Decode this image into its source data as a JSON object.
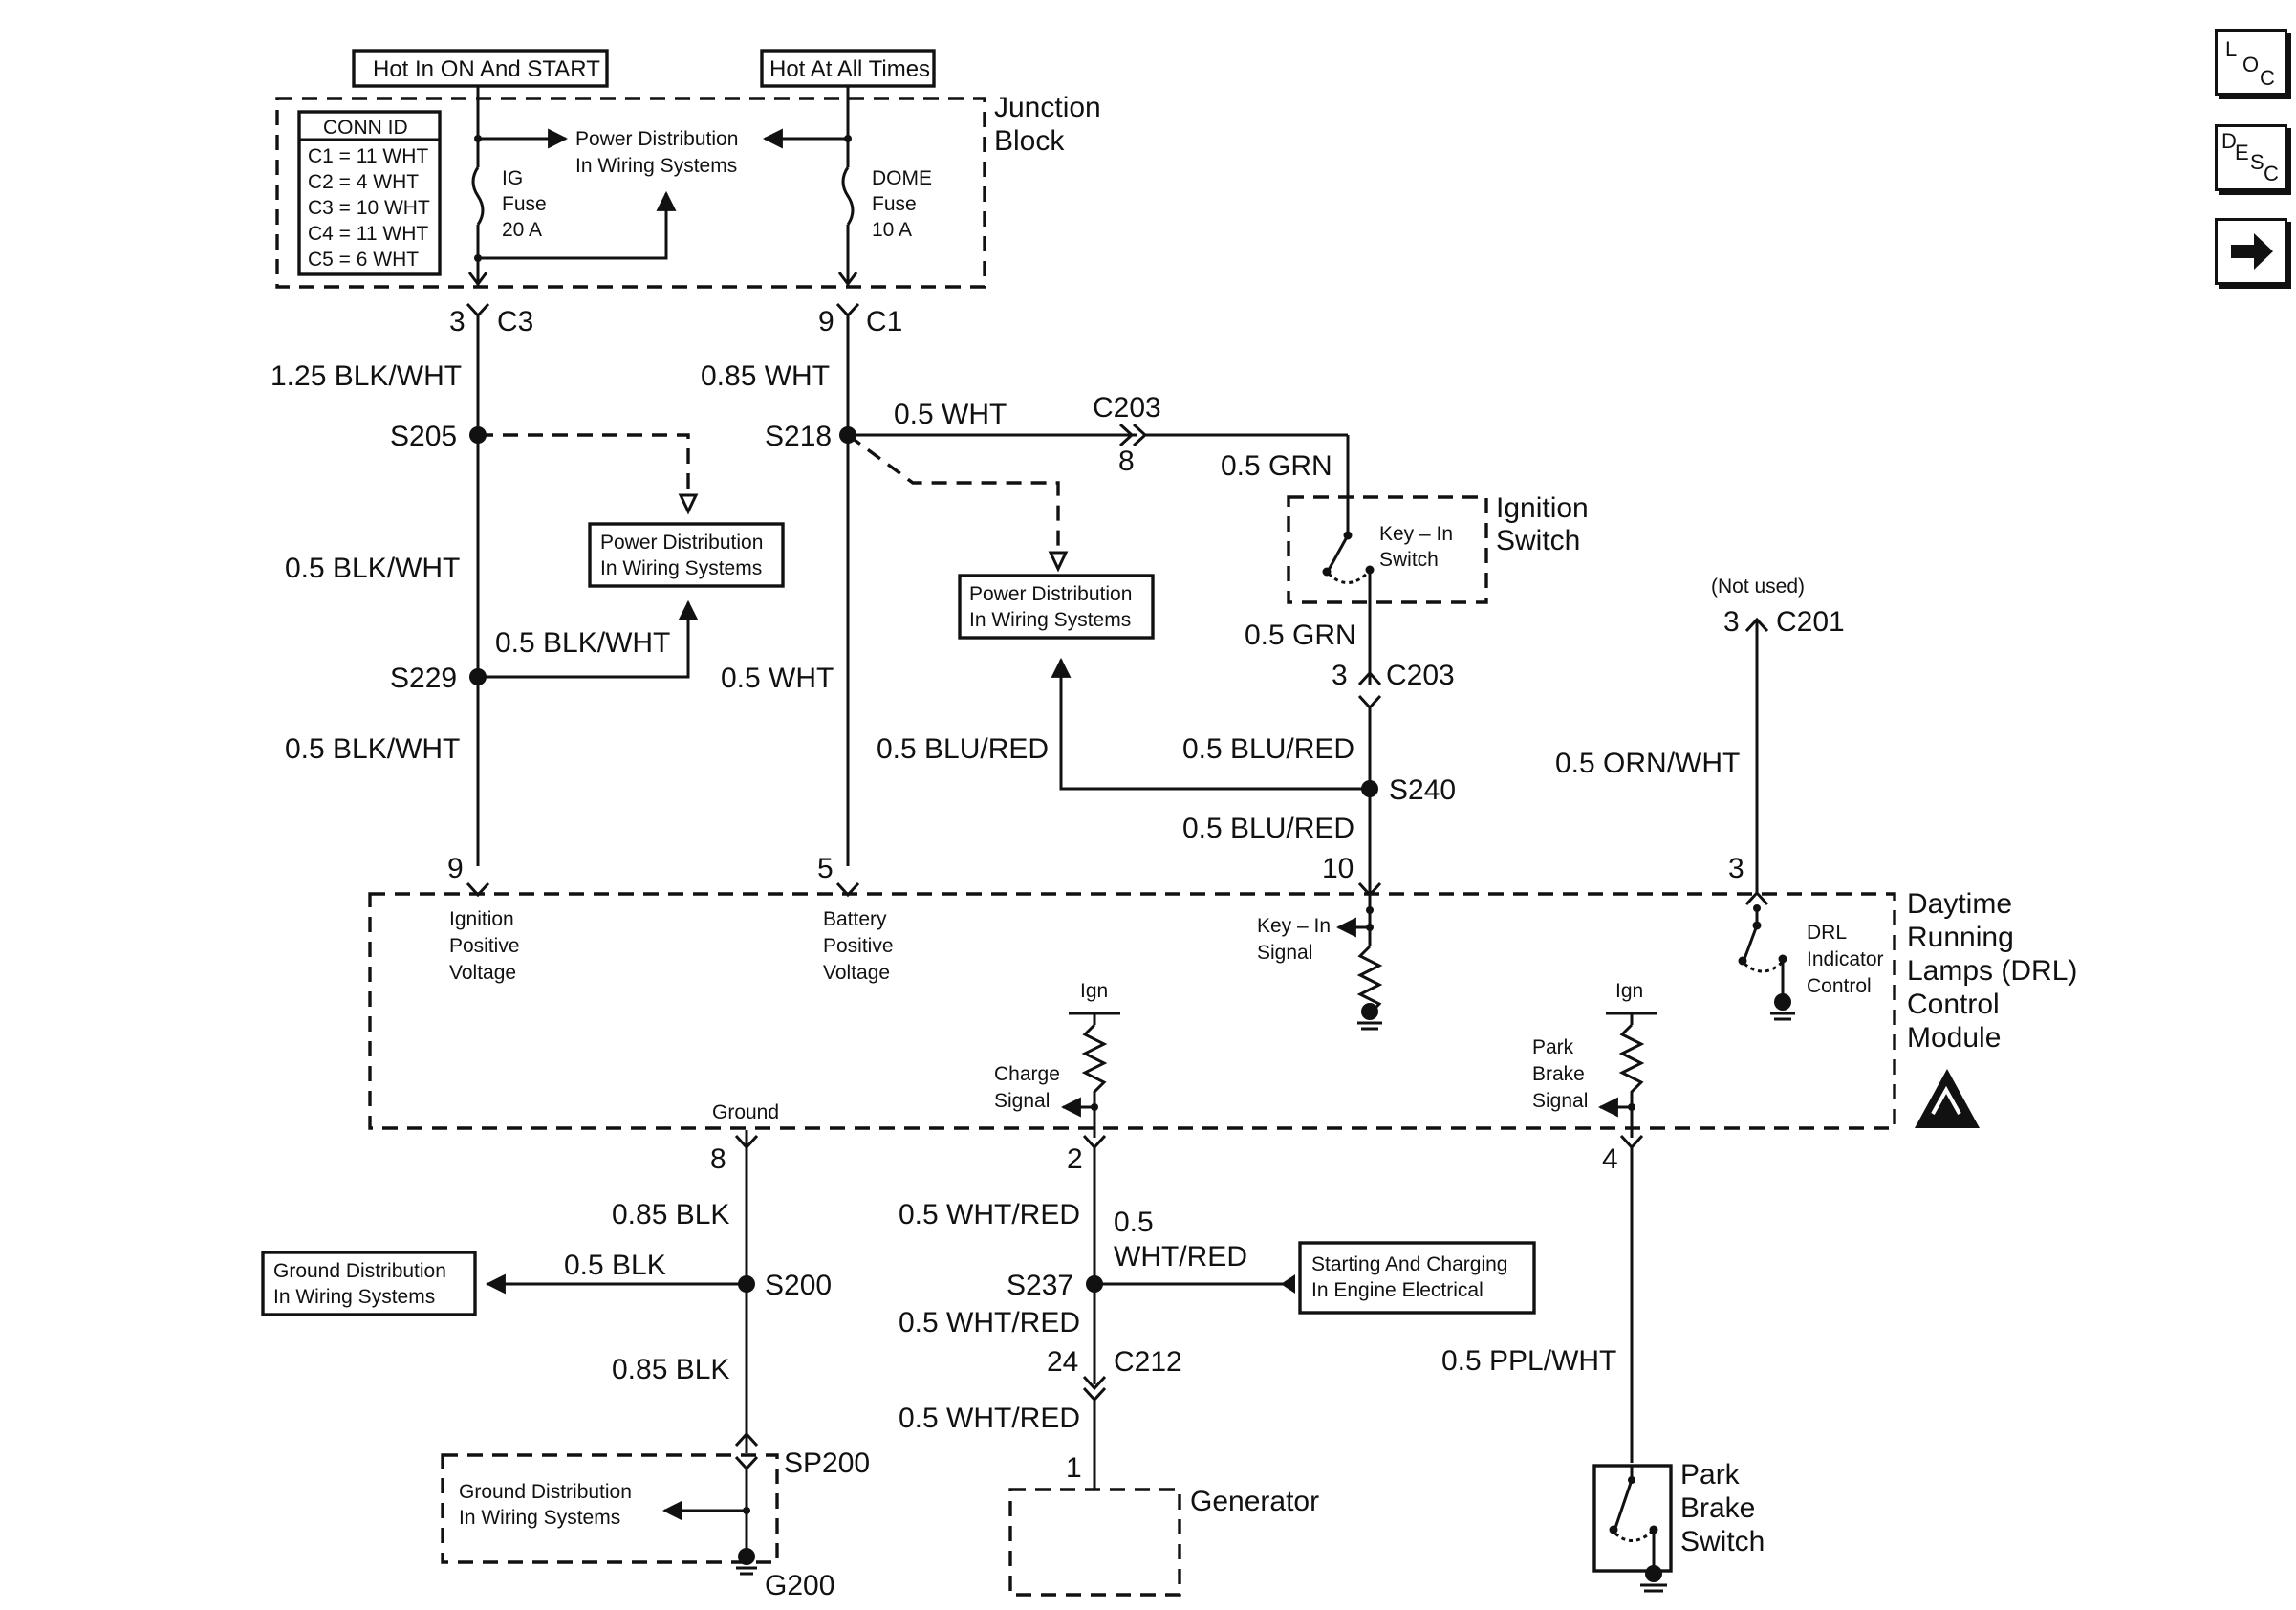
{
  "nav": {
    "loc": {
      "l1": "L",
      "l2": "O",
      "l3": "C"
    },
    "desc": {
      "l1": "D",
      "l2": "E",
      "l3": "S",
      "l4": "C"
    },
    "next_icon": "arrow-right-icon"
  },
  "power_labels": {
    "hot_on_start": "Hot In ON And START",
    "hot_all_times": "Hot At All Times"
  },
  "junction_block": {
    "title_l1": "Junction",
    "title_l2": "Block",
    "conn_id_header": "CONN ID",
    "conn_ids": [
      "C1 = 11 WHT",
      "C2 = 4 WHT",
      "C3 = 10 WHT",
      "C4 = 11 WHT",
      "C5 = 6 WHT"
    ],
    "pd_l1": "Power Distribution",
    "pd_l2": "In Wiring Systems",
    "ig_fuse": [
      "IG",
      "Fuse",
      "20 A"
    ],
    "dome_fuse": [
      "DOME",
      "Fuse",
      "10 A"
    ]
  },
  "connectors": {
    "c3_pin": "3",
    "c3": "C3",
    "c1_pin": "9",
    "c1": "C1",
    "c203_top": "C203",
    "c203_top_pin": "8",
    "c203_pin": "3",
    "c203": "C203",
    "c201_note": "(Not used)",
    "c201_pin": "3",
    "c201": "C201",
    "c212_pin": "24",
    "c212": "C212",
    "gen_pin": "1"
  },
  "wires": {
    "w_125_blkwht": "1.25 BLK/WHT",
    "w_085_wht": "0.85 WHT",
    "w_05_wht_c203": "0.5 WHT",
    "w_05_grn_top": "0.5 GRN",
    "w_05_blkwht_a": "0.5 BLK/WHT",
    "w_05_blkwht_b": "0.5 BLK/WHT",
    "w_05_blkwht_c": "0.5 BLK/WHT",
    "w_05_wht_mid": "0.5 WHT",
    "w_05_grn_bot": "0.5 GRN",
    "w_05_blured_l": "0.5 BLU/RED",
    "w_05_blured_r": "0.5 BLU/RED",
    "w_05_blured_b": "0.5 BLU/RED",
    "w_05_ornwht": "0.5 ORN/WHT",
    "w_085_blk_a": "0.85 BLK",
    "w_05_blk": "0.5 BLK",
    "w_085_blk_b": "0.85 BLK",
    "w_05_whtred_a": "0.5 WHT/RED",
    "w_05_whtred_s1": "0.5",
    "w_05_whtred_s2": "WHT/RED",
    "w_05_whtred_b": "0.5 WHT/RED",
    "w_05_whtred_c": "0.5 WHT/RED",
    "w_05_pplwht": "0.5 PPL/WHT"
  },
  "splices": {
    "s205": "S205",
    "s218": "S218",
    "s229": "S229",
    "s240": "S240",
    "s200": "S200",
    "s237": "S237",
    "sp200": "SP200",
    "g200": "G200"
  },
  "boxes": {
    "pd_a": [
      "Power Distribution",
      "In Wiring Systems"
    ],
    "pd_b": [
      "Power Distribution",
      "In Wiring Systems"
    ],
    "ground_dist": [
      "Ground Distribution",
      "In Wiring Systems"
    ],
    "ground_dist_b": [
      "Ground Distribution",
      "In Wiring Systems"
    ],
    "start_charge": [
      "Starting And Charging",
      "In Engine Electrical"
    ]
  },
  "ignition_switch": {
    "title": [
      "Ignition",
      "Switch"
    ],
    "inner": [
      "Key – In",
      "Switch"
    ]
  },
  "drl_module": {
    "title": [
      "Daytime",
      "Running",
      "Lamps (DRL)",
      "Control",
      "Module"
    ],
    "pins": {
      "p9": "9",
      "p5": "5",
      "p10": "10",
      "p3": "3",
      "p8": "8",
      "p2": "2",
      "p4": "4"
    },
    "ign_pos": [
      "Ignition",
      "Positive",
      "Voltage"
    ],
    "bat_pos": [
      "Battery",
      "Positive",
      "Voltage"
    ],
    "key_in": [
      "Key – In",
      "Signal"
    ],
    "drl_ind": [
      "DRL",
      "Indicator",
      "Control"
    ],
    "ign_a": "Ign",
    "ign_b": "Ign",
    "charge": [
      "Charge",
      "Signal"
    ],
    "park": [
      "Park",
      "Brake",
      "Signal"
    ],
    "ground": "Ground",
    "esd_icon": "esd-warning-icon"
  },
  "generator": "Generator",
  "park_brake_switch": [
    "Park",
    "Brake",
    "Switch"
  ]
}
